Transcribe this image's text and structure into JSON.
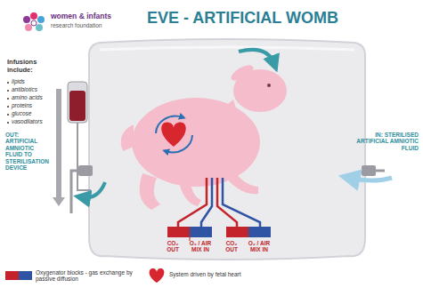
{
  "diagram": {
    "title": "EVE - ARTIFICIAL WOMB",
    "labels": [
      "women & infants",
      "research foundation",
      "Infusions include:",
      "lipids",
      "antibiotics",
      "amino acids",
      "proteins",
      "glucose",
      "vasodilators",
      "OUT: ARTIFICIAL AMNIOTIC FLUID TO STERILISATION DEVICE",
      "IN: STERILISED ARTIFICIAL AMNIOTIC FLUID",
      "CO₂ OUT",
      "O₂ / AIR MIX IN",
      "CO₂ OUT",
      "O₂ / AIR MIX IN"
    ],
    "legend": [
      {
        "text": "Oxygenator blocks - gas exchange by passive diffusion"
      },
      {
        "text": "System driven by fetal heart"
      }
    ]
  }
}
